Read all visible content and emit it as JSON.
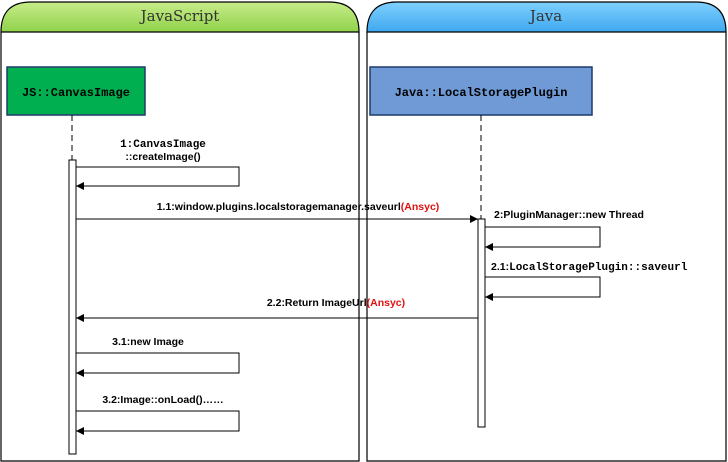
{
  "lanes": {
    "left": {
      "title": "JavaScript",
      "header_color": "#a8dc5c"
    },
    "right": {
      "title": "Java",
      "header_color": "#5ab4f0"
    }
  },
  "actors": {
    "js": {
      "label": "JS::CanvasImage",
      "fill": "#00b050"
    },
    "java": {
      "label": "Java::LocalStoragePlugin",
      "fill": "#6f9ad6"
    }
  },
  "messages": {
    "m1_line1": "1:CanvasImage",
    "m1_line2": "::createImage()",
    "m11_text": "1.1:window.plugins.localstoragemanager.saveurl",
    "m11_accent": "(Ansyc)",
    "m2_text": "2:PluginManager::new Thread",
    "m21_prefix": "2.1:",
    "m21_mono": "LocalStoragePlugin::saveurl",
    "m22_text": "2.2:Return ImageUrl",
    "m22_accent": "(Ansyc)",
    "m31_text": "3.1:new Image",
    "m32_text": "3.2:Image::onLoad()……"
  },
  "colors": {
    "accent": "#e01010"
  }
}
